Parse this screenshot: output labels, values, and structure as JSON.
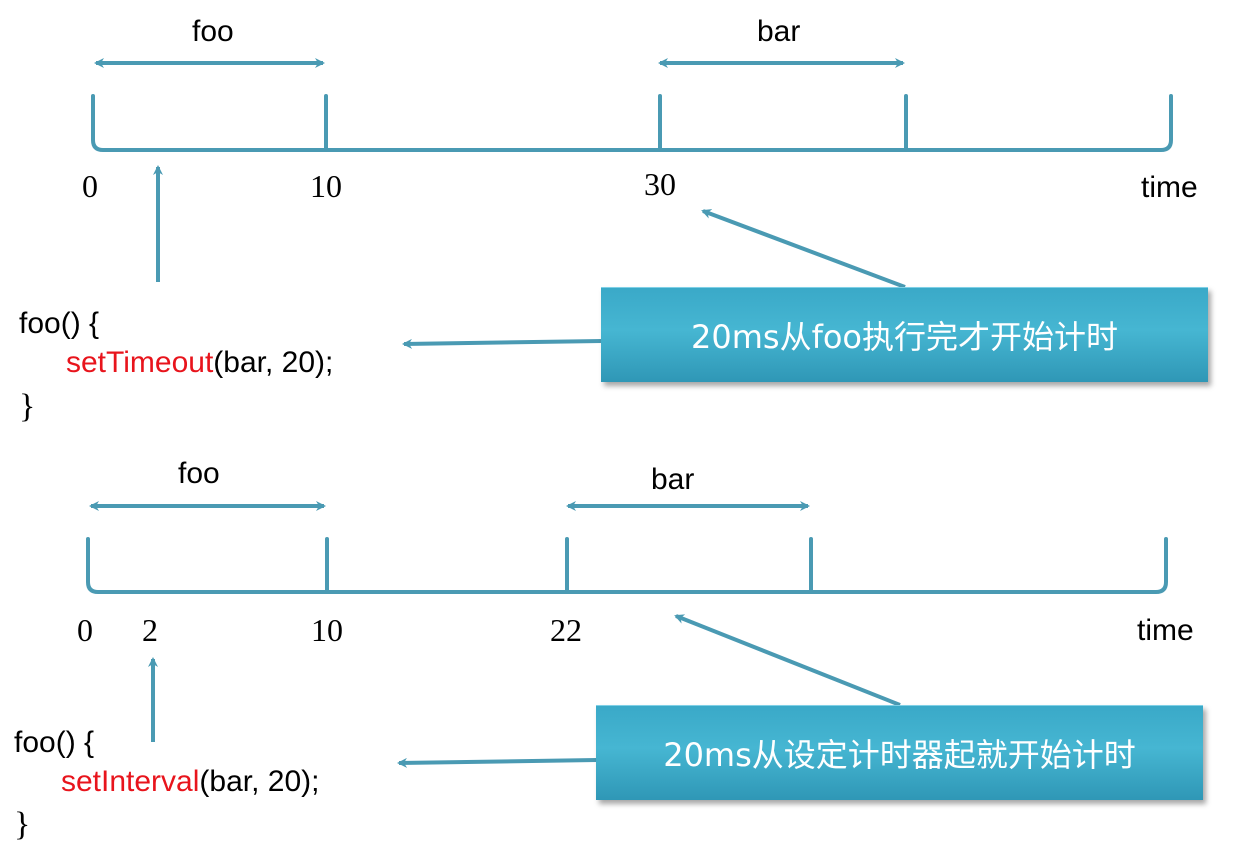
{
  "diagram_top": {
    "span1_label": "foo",
    "span2_label": "bar",
    "tick_0": "0",
    "tick_10": "10",
    "tick_30": "30",
    "axis_label": "time",
    "code_line1": "foo() {",
    "code_fn": "setTimeout",
    "code_args": "(bar, 20);",
    "code_close": "}",
    "callout": "20ms从foo执行完才开始计时"
  },
  "diagram_bottom": {
    "span1_label": "foo",
    "span2_label": "bar",
    "tick_0": "0",
    "tick_2": "2",
    "tick_10": "10",
    "tick_22": "22",
    "axis_label": "time",
    "code_line1": "foo() {",
    "code_fn": "setInterval",
    "code_args": "(bar, 20);",
    "code_close": "}",
    "callout": "20ms从设定计时器起就开始计时"
  },
  "colors": {
    "line": "#4a9ab3",
    "callout_bg": "#3aa9c8",
    "function_name": "#e8141c"
  }
}
